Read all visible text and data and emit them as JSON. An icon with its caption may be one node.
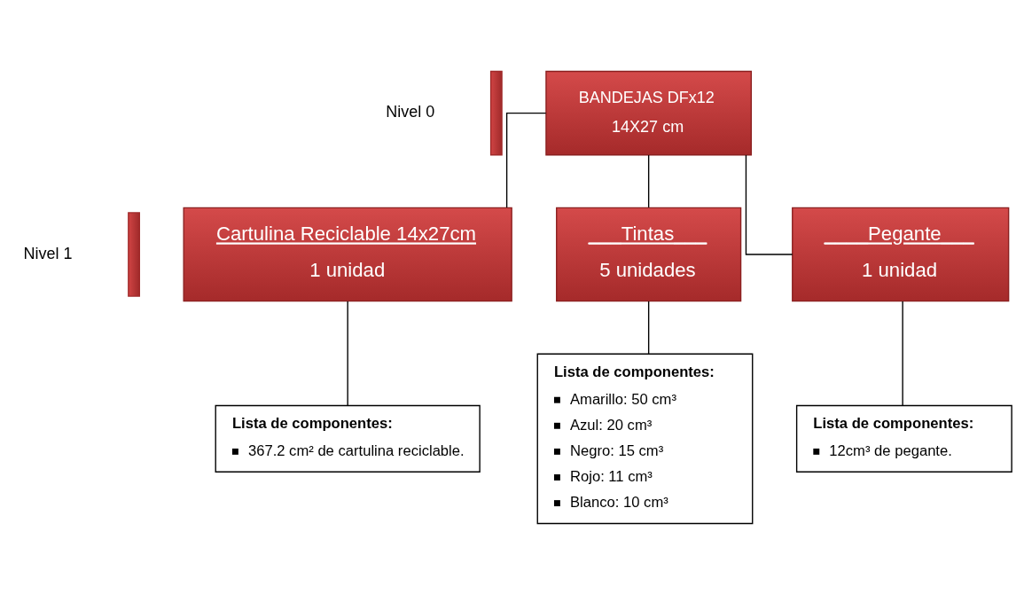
{
  "diagram": {
    "nodes": [
      {
        "text": [
          "BANDEJAS DFx12",
          "14X27 cm"
        ]
      },
      {
        "text": [
          "Cartulina Reciclable 14x27cm",
          "1 unidad"
        ]
      },
      {
        "text": [
          "___Tintas___",
          "5 unidades"
        ]
      },
      {
        "text": [
          "____Pegante___",
          "1 unidad"
        ]
      },
      {
        "text": [
          "Lista de componentes:",
          "367.2 cm² de cartulina reciclable."
        ]
      },
      {
        "text": [
          "Lista de componentes:",
          "Amarillo: 50 cm³",
          "Azul: 20 cm³",
          "Negro: 15 cm³",
          "Rojo: 11 cm³",
          "Blanco: 10 cm³"
        ]
      },
      {
        "text": [
          "Lista de componentes:",
          "12cm³ de pegante."
        ]
      },
      {
        "text": [],
        "shape": "bar",
        "beside": [
          "Nivel 0"
        ]
      },
      {
        "text": [],
        "shape": "bar",
        "beside": [
          "Nivel 1"
        ]
      }
    ],
    "edges": [
      {
        "from": 0,
        "to": 1,
        "arrow": "none"
      },
      {
        "from": 0,
        "to": 2,
        "arrow": "none"
      },
      {
        "from": 0,
        "to": 3,
        "arrow": "none"
      },
      {
        "from": 1,
        "to": 4,
        "arrow": "none"
      },
      {
        "from": 2,
        "to": 5,
        "arrow": "none"
      },
      {
        "from": 3,
        "to": 6,
        "arrow": "none"
      }
    ]
  }
}
